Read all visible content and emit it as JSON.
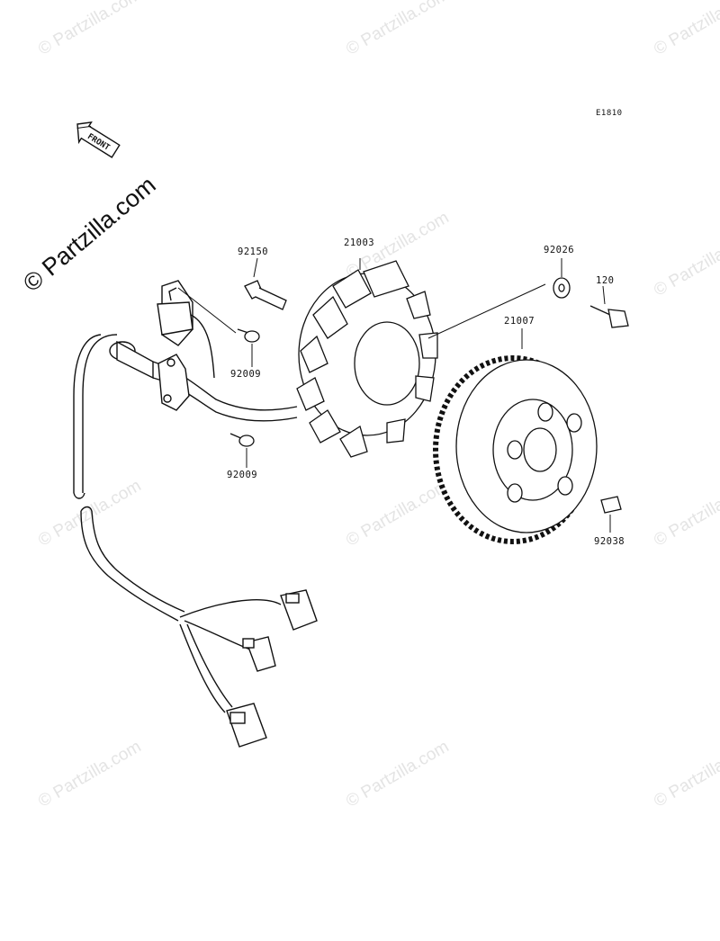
{
  "diagram_code": "E1810",
  "front_label": "FRONT",
  "watermark": "© Partzilla.com",
  "part_labels": {
    "p92150": "92150",
    "p21003": "21003",
    "p92026": "92026",
    "p120": "120",
    "p21007": "21007",
    "p92009_upper": "92009",
    "p92009_lower": "92009",
    "p92038": "92038"
  }
}
